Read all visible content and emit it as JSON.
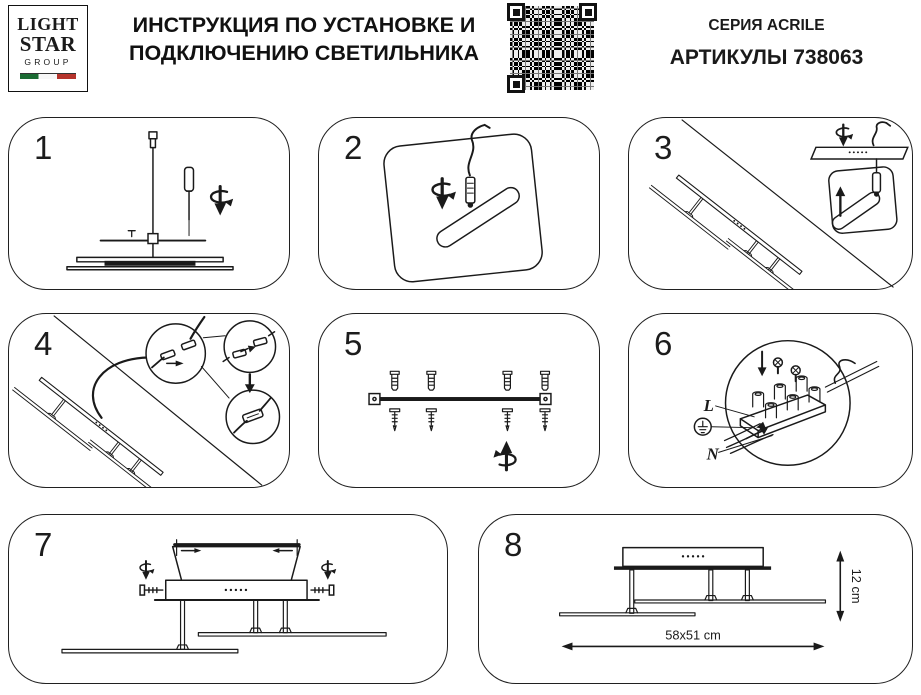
{
  "header": {
    "logo": {
      "line1": "LIGHT",
      "line2": "STAR",
      "line3": "GROUP",
      "flag_icon": "italy-flag-stripe"
    },
    "title_line1": "ИНСТРУКЦИЯ ПО УСТАНОВКЕ И",
    "title_line2": "ПОДКЛЮЧЕНИЮ СВЕТИЛЬНИКА",
    "series": "СЕРИЯ ACRILE",
    "articles": "АРТИКУЛЫ 738063",
    "qr_icon": "qr-code"
  },
  "panels": {
    "p1": {
      "number": "1"
    },
    "p2": {
      "number": "2"
    },
    "p3": {
      "number": "3"
    },
    "p4": {
      "number": "4"
    },
    "p5": {
      "number": "5"
    },
    "p6": {
      "number": "6",
      "label_line": "L",
      "label_neutral": "N",
      "earth_icon": "earth-ground-icon"
    },
    "p7": {
      "number": "7"
    },
    "p8": {
      "number": "8",
      "height_dim": "12 cm",
      "width_dim": "58x51 cm"
    }
  },
  "colors": {
    "ink": "#1a1a1a",
    "paper": "#ffffff"
  }
}
